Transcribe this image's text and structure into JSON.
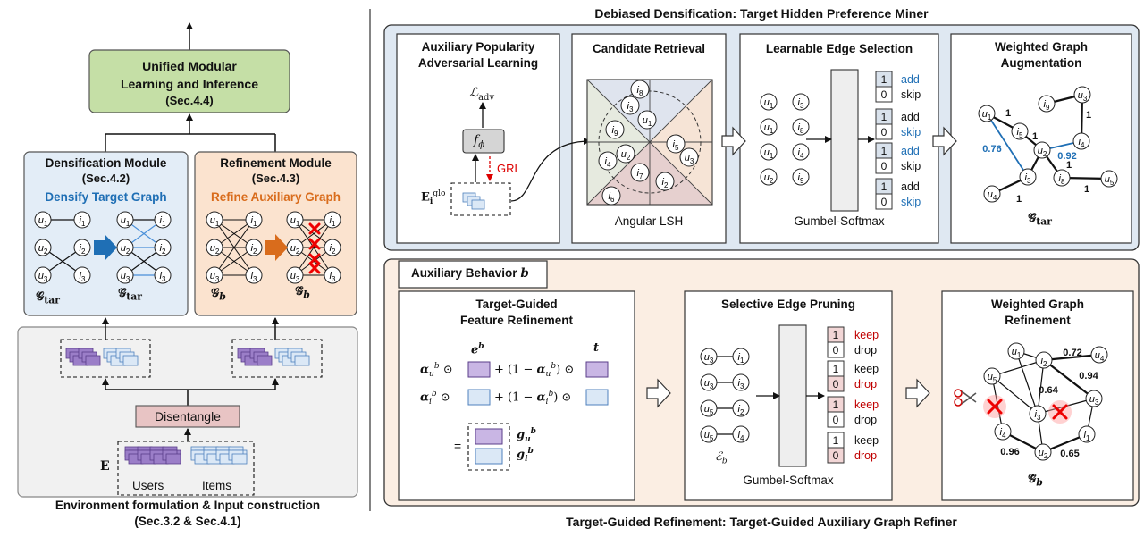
{
  "left": {
    "unified": {
      "line1": "Unified Modular",
      "line2": "Learning and Inference",
      "line3": "(Sec.4.4)"
    },
    "densification": {
      "title": "Densification Module",
      "sec": "(Sec.4.2)",
      "subtitle": "Densify Target Graph",
      "graph_left": "𝒢tar",
      "graph_right": "𝒢̃tar",
      "nodes": [
        "u1",
        "i1",
        "u2",
        "i2",
        "u3",
        "i3"
      ]
    },
    "refinement": {
      "title": "Refinement Module",
      "sec": "(Sec.4.3)",
      "subtitle": "Refine Auxiliary Graph",
      "graph_left": "𝒢b",
      "graph_right": "𝒢̃b"
    },
    "disentangle": "Disentangle",
    "E": "E",
    "users": "Users",
    "items": "Items",
    "caption_line1": "Environment formulation & Input construction",
    "caption_line2": "(Sec.3.2 & Sec.4.1)"
  },
  "top": {
    "header": "Debiased Densification: Target Hidden Preference Miner",
    "panel1": {
      "title1": "Auxiliary Popularity",
      "title2": "Adversarial Learning",
      "loss": "ℒadv",
      "f": "fϕ",
      "grl": "GRL",
      "E": "Eiglo"
    },
    "panel2": {
      "title": "Candidate Retrieval",
      "caption": "Angular LSH",
      "nodes": [
        "i8",
        "i3",
        "u1",
        "i9",
        "u2",
        "i5",
        "u3",
        "i4",
        "i7",
        "i2",
        "i6"
      ]
    },
    "panel3": {
      "title": "Learnable Edge Selection",
      "caption": "Gumbel-Softmax",
      "nodes": [
        "u1",
        "i3",
        "u1",
        "i8",
        "u1",
        "i4",
        "u2",
        "i9"
      ],
      "pairs": [
        {
          "v1": "1",
          "l1": "add",
          "v2": "0",
          "l2": "skip"
        },
        {
          "v1": "1",
          "l1": "add",
          "v2": "0",
          "l2": "skip"
        },
        {
          "v1": "1",
          "l1": "add",
          "v2": "0",
          "l2": "skip"
        },
        {
          "v1": "1",
          "l1": "add",
          "v2": "0",
          "l2": "skip"
        }
      ]
    },
    "panel4": {
      "title1": "Weighted Graph",
      "title2": "Augmentation",
      "caption": "𝒢̃tar",
      "nodes": [
        "u1",
        "i9",
        "u3",
        "i5",
        "i4",
        "u2",
        "i3",
        "i8",
        "u4",
        "u5"
      ],
      "weights": [
        "1",
        "1",
        "0.76",
        "0.92",
        "1",
        "1",
        "1",
        "1"
      ]
    }
  },
  "bottom": {
    "header": "Auxiliary Behavior b",
    "panel1": {
      "title1": "Target-Guided",
      "title2": "Feature Refinement",
      "eb": "eb",
      "t": "t",
      "row1": "αub ⊙ [ ] + (1 − αub) ⊙ [ ]",
      "row2": "αib ⊙ [ ] + (1 − αib) ⊙ [ ]",
      "gu": "gub",
      "gi": "gib",
      "eq": "="
    },
    "panel2": {
      "title": "Selective Edge Pruning",
      "caption": "Gumbel-Softmax",
      "eps": "ℰb",
      "nodes": [
        "u3",
        "i1",
        "u3",
        "i3",
        "u5",
        "i2",
        "u5",
        "i4"
      ],
      "pairs": [
        {
          "v1": "1",
          "l1": "keep",
          "v2": "0",
          "l2": "drop"
        },
        {
          "v1": "1",
          "l1": "keep",
          "v2": "0",
          "l2": "drop"
        },
        {
          "v1": "1",
          "l1": "keep",
          "v2": "0",
          "l2": "drop"
        },
        {
          "v1": "1",
          "l1": "keep",
          "v2": "0",
          "l2": "drop"
        }
      ]
    },
    "panel3": {
      "title1": "Weighted Graph",
      "title2": "Refinement",
      "caption": "𝒢̃b",
      "nodes": [
        "u1",
        "i2",
        "u4",
        "u5",
        "u3",
        "i3",
        "i4",
        "i1",
        "u2"
      ],
      "weights": [
        "0.72",
        "0.94",
        "0.64",
        "0.96",
        "0.65"
      ]
    },
    "caption": "Target-Guided Refinement: Target-Guided Auxiliary Graph Refiner"
  },
  "colors": {
    "blue": "#1f6fb5",
    "orange": "#d96c1c",
    "red": "#c00000",
    "green": "#c5dfa6",
    "panel_blue": "#e7eef6",
    "panel_orange": "#fbeee3"
  }
}
